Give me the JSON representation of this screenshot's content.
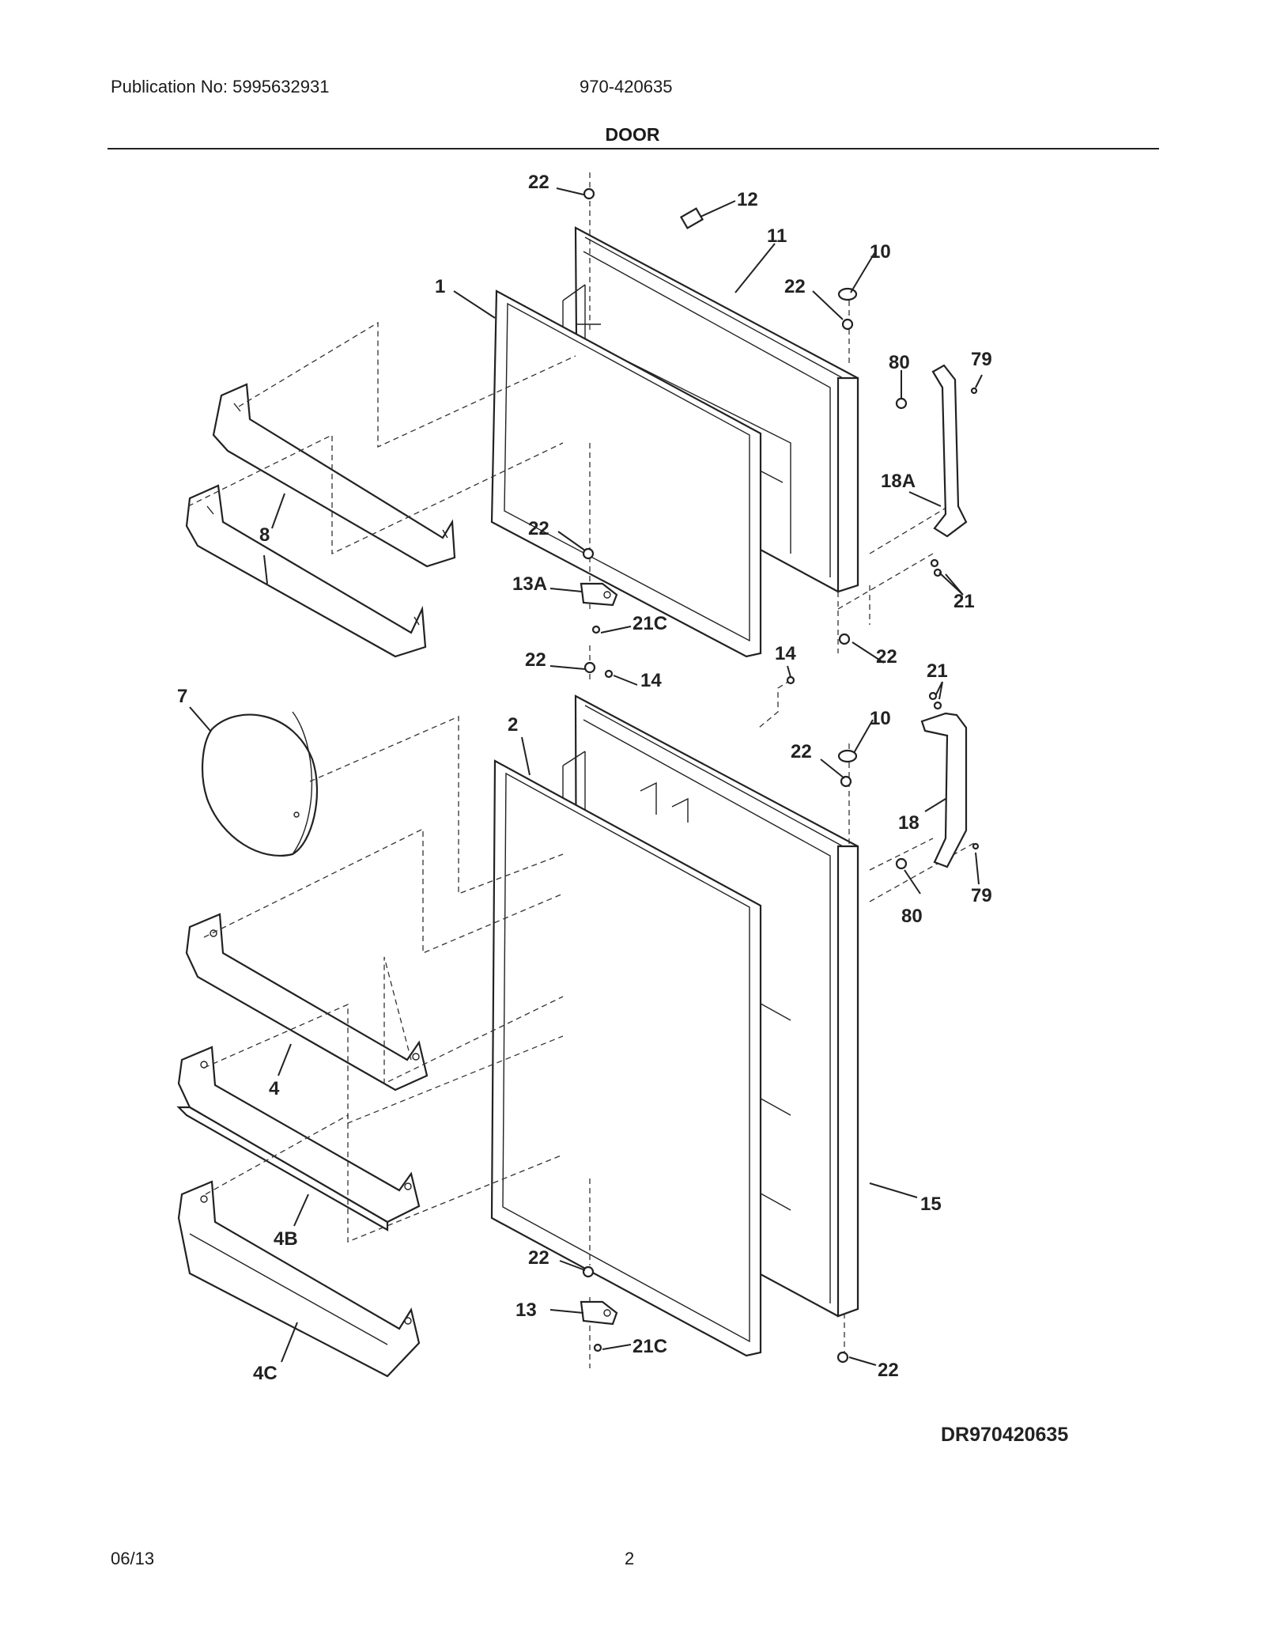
{
  "header": {
    "publication": "Publication No: 5995632931",
    "model": "970-420635",
    "title": "DOOR"
  },
  "diagram": {
    "code": "DR970420635",
    "labels": {
      "l22a": "22",
      "l12": "12",
      "l11": "11",
      "l10a": "10",
      "l22b": "22",
      "l1": "1",
      "l80a": "80",
      "l79a": "79",
      "l18A": "18A",
      "l8": "8",
      "l22c": "22",
      "l13A": "13A",
      "l21Ca": "21C",
      "l21a": "21",
      "l22d": "22",
      "l14a": "14",
      "l22e": "22",
      "l14b": "14",
      "l21b": "21",
      "l7": "7",
      "l2": "2",
      "l10b": "10",
      "l22f": "22",
      "l18": "18",
      "l79b": "79",
      "l80b": "80",
      "l4": "4",
      "l15": "15",
      "l4B": "4B",
      "l22g": "22",
      "l13": "13",
      "l21Cb": "21C",
      "l4C": "4C",
      "l22h": "22"
    }
  },
  "footer": {
    "date": "06/13",
    "page": "2"
  }
}
